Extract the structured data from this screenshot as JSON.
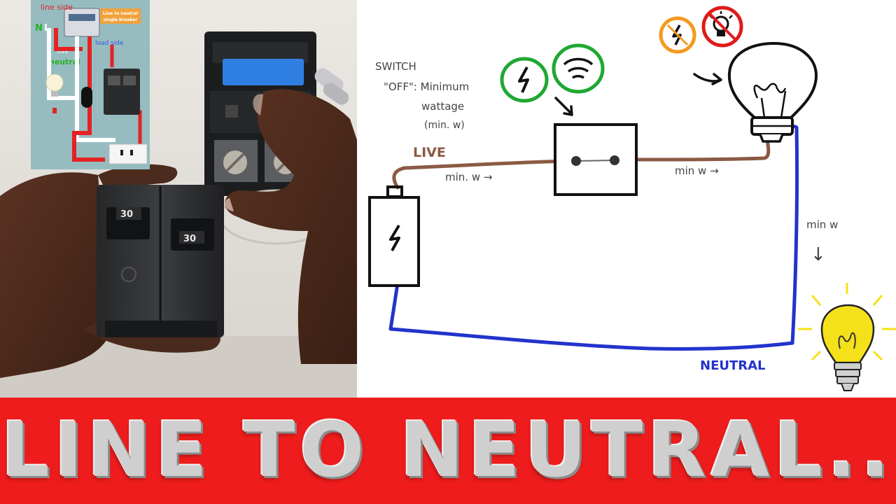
{
  "photo": {
    "inset": {
      "label_line_side": "line side",
      "label_n": "N",
      "label_l": "L",
      "badge_text_1": "Line to neutral",
      "badge_text_2": "single breaker",
      "label_load_side": "load side",
      "label_live": "live",
      "label_neutral": "neutral"
    },
    "breaker_rating_1": "30",
    "breaker_rating_2": "30"
  },
  "diagram": {
    "switch_note_1": "SWITCH",
    "switch_note_2": "\"OFF\": Minimum",
    "switch_note_3": "wattage",
    "switch_note_4": "(min. w)",
    "live_label": "LIVE",
    "flow_label_1": "min. w →",
    "flow_label_2": "min w →",
    "flow_label_3": "min w",
    "flow_arrow_3": "↓",
    "neutral_label": "NEUTRAL",
    "colors": {
      "live_wire": "#8b5a44",
      "neutral_wire": "#2233cc",
      "power_badge": "#1fa832",
      "dim_badge": "#f39a1f",
      "no_light_badge": "#e01b1b",
      "bulb_glow": "#f5e11a"
    },
    "icons": [
      "lightning-icon",
      "signal-icon",
      "battery-icon",
      "switch-icon",
      "bulb-icon",
      "no-light-icon"
    ]
  },
  "banner": {
    "title": "LINE TO NEUTRAL.."
  }
}
